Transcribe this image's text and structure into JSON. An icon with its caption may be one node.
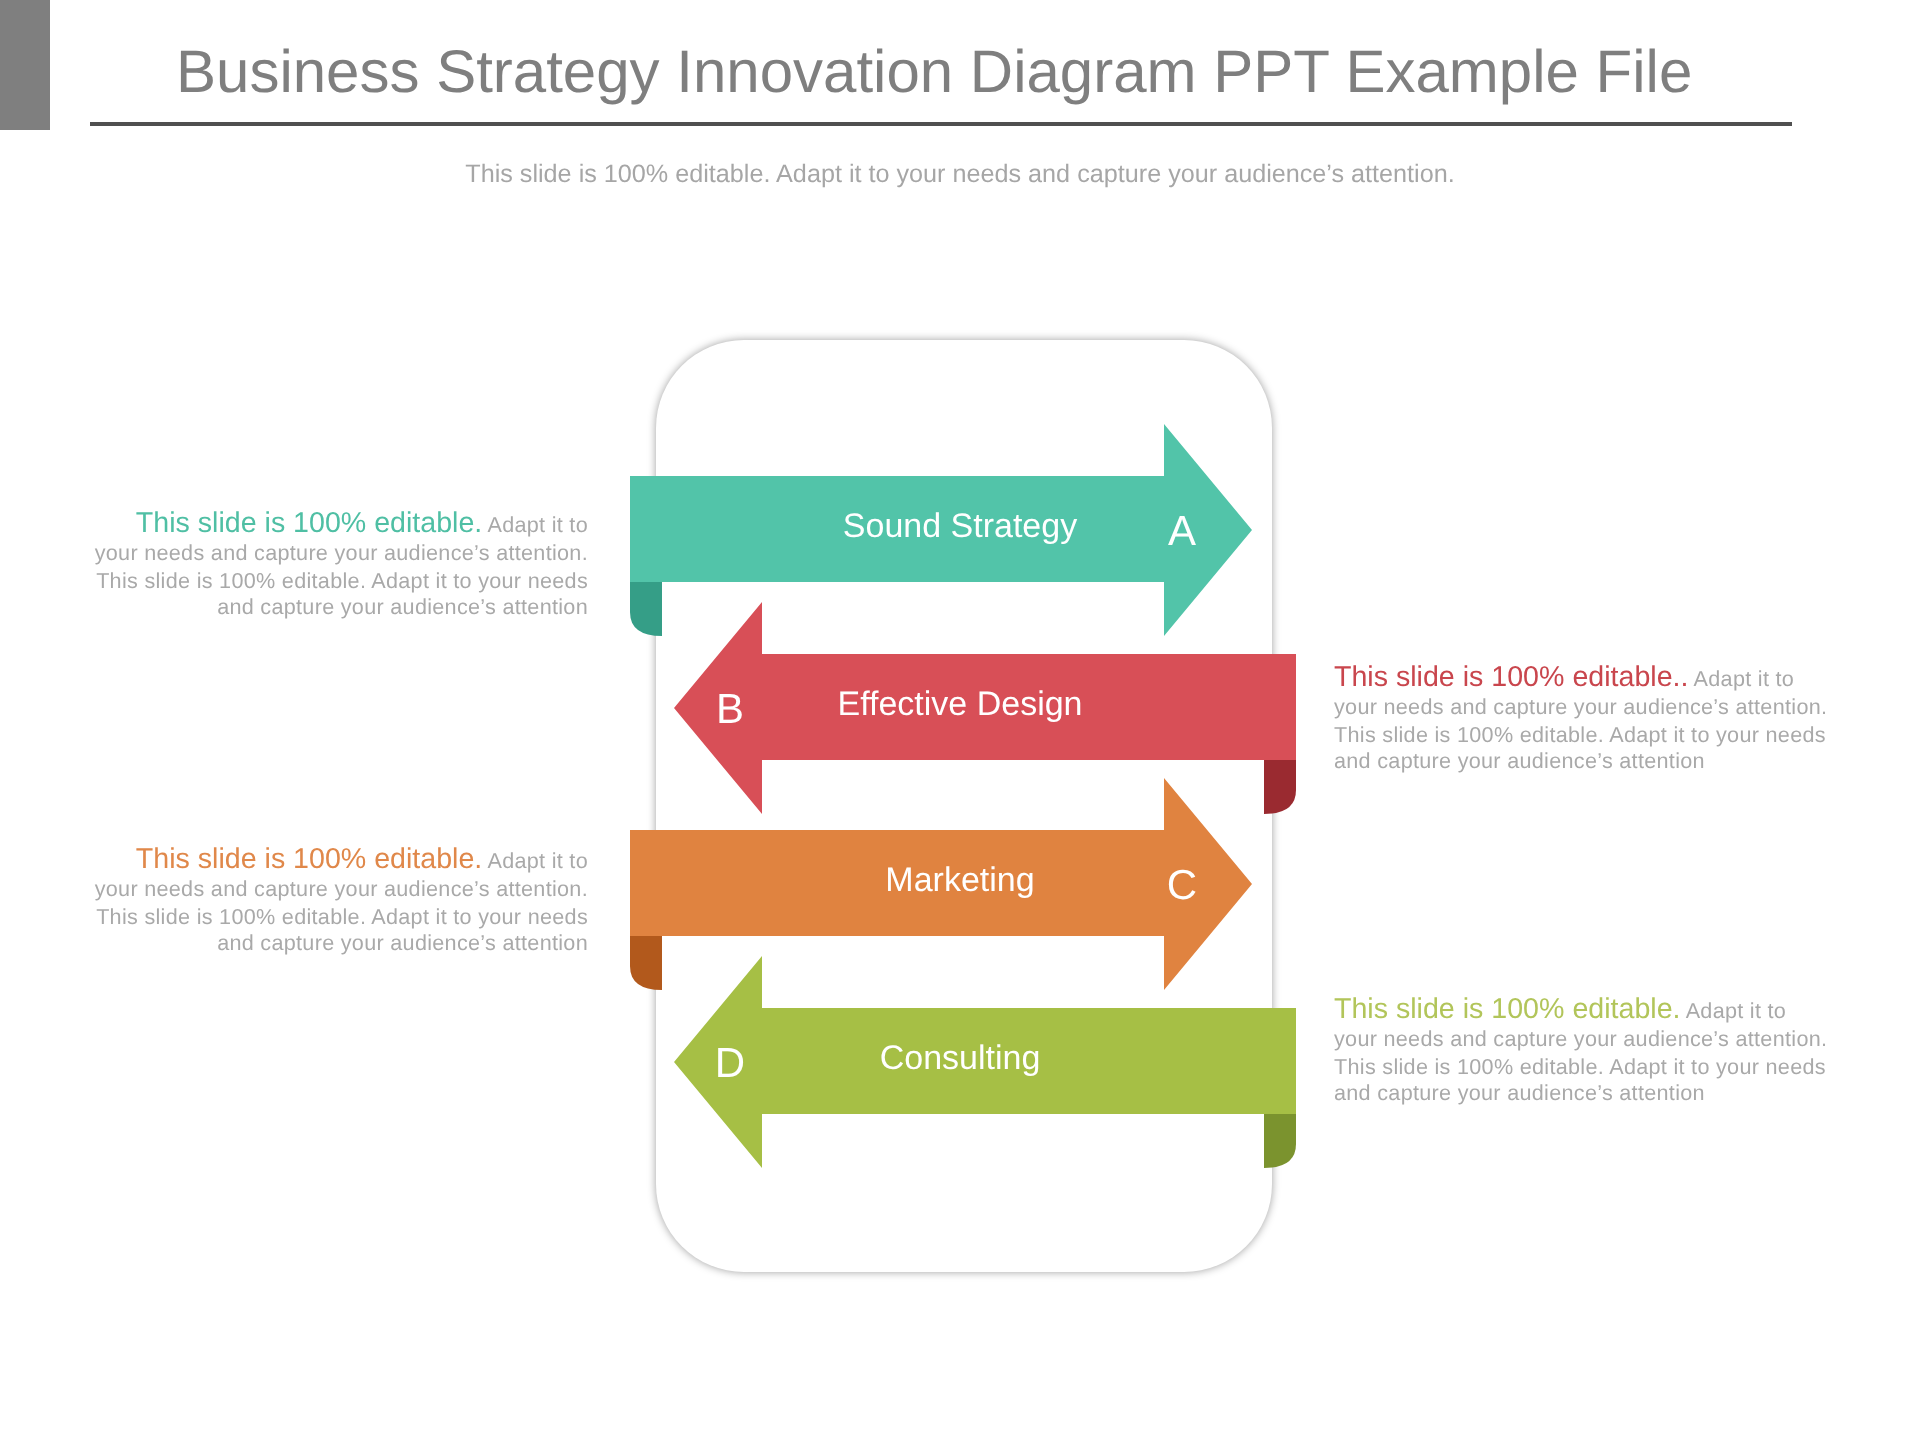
{
  "diagram": {
    "title": "Business Strategy Innovation Diagram PPT Example File",
    "nodes": [
      {
        "text": [
          "Sound Strategy",
          "A"
        ],
        "beside": [
          "This slide is 100% editable.",
          "Adapt it to your needs and capture your audience’s attention. This slide is 100% editable. Adapt it to your needs and capture your audience’s attention"
        ]
      },
      {
        "text": [
          "B",
          "Effective Design"
        ],
        "beside": [
          "This slide is 100% editable..",
          "Adapt it to your needs and capture your audience’s attention. This slide is 100% editable. Adapt it to your needs and capture your audience’s attention"
        ]
      },
      {
        "text": [
          "Marketing",
          "C"
        ],
        "beside": [
          "This slide is 100% editable.",
          "Adapt it to your needs and capture your audience’s attention. This slide is 100% editable. Adapt it to your needs and capture your audience’s attention"
        ]
      },
      {
        "text": [
          "D",
          "Consulting"
        ],
        "beside": [
          "This slide is 100% editable.",
          "Adapt it to your needs and capture your audience’s attention. This slide is 100% editable. Adapt it to your needs and capture your audience’s attention"
        ]
      }
    ],
    "labels": [
      "This slide is 100% editable. Adapt it to your needs and capture your audience’s attention."
    ]
  }
}
